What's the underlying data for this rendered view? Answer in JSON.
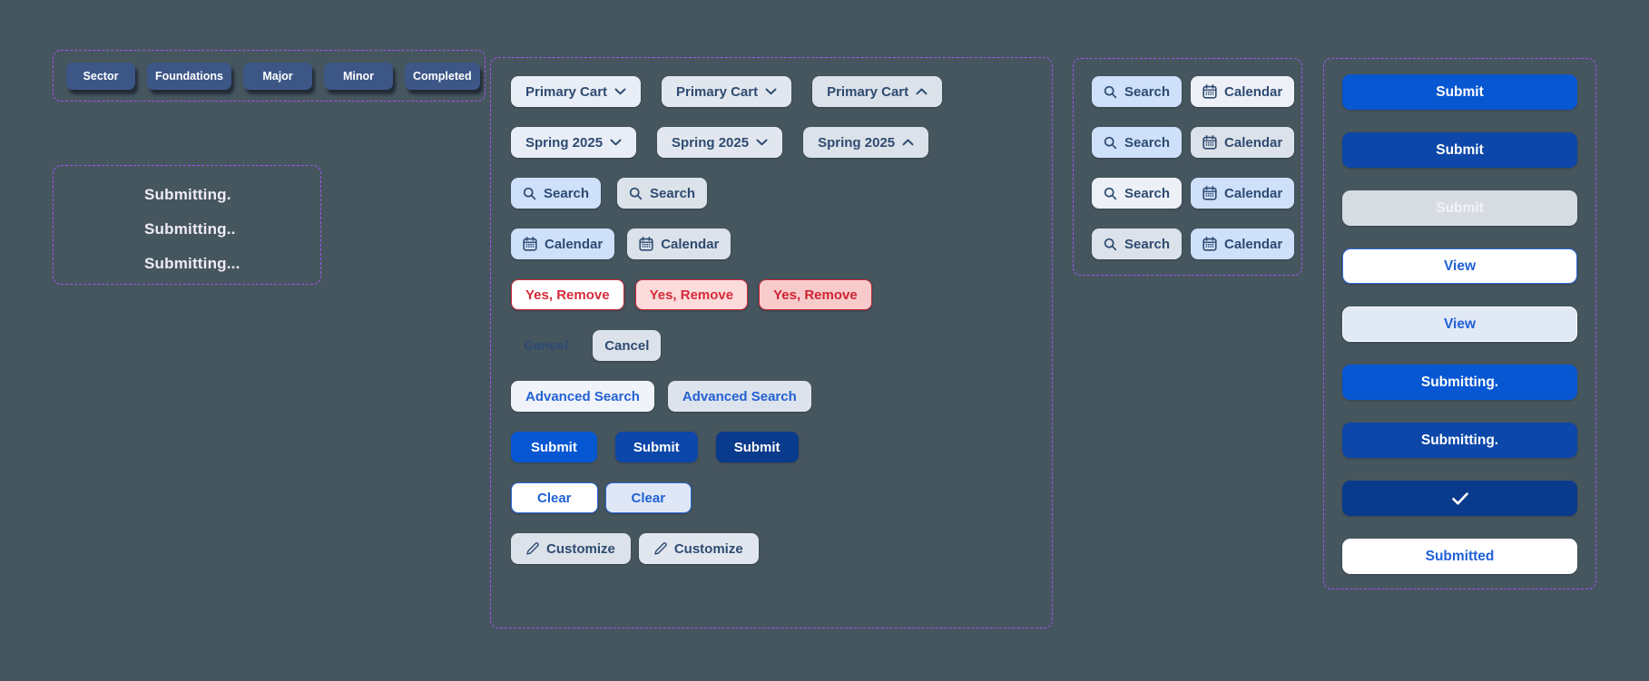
{
  "colors": {
    "background": "#46565F",
    "panel_border_accent": "#9C57F0",
    "primary_blue": "#0857D2",
    "dark_blue": "#0C47A9",
    "navy_blue": "#0A3A8C",
    "link_blue": "#2361D2",
    "slate_text": "#2E4B72",
    "danger_red": "#D42B3A",
    "danger_soft_bg": "#FBDBDB",
    "pill_navy": "#3C5686",
    "light_blue_bg": "#CFE0FA",
    "gray_bg": "#DCE2E9",
    "disabled_bg": "#D7DCE3"
  },
  "icons": {
    "chevron_down": "⌄",
    "chevron_up": "⌃",
    "search": "⌕",
    "calendar": "▦",
    "pencil": "✎",
    "check": "✓"
  },
  "pills": {
    "items": [
      {
        "label": "Sector"
      },
      {
        "label": "Foundations"
      },
      {
        "label": "Major"
      },
      {
        "label": "Minor"
      },
      {
        "label": "Completed"
      }
    ]
  },
  "loading_states": {
    "lines": [
      {
        "text": "Submitting."
      },
      {
        "text": "Submitting.."
      },
      {
        "text": "Submitting..."
      }
    ]
  },
  "labels": {
    "primary_cart": "Primary Cart",
    "term": "Spring 2025",
    "search": "Search",
    "calendar": "Calendar",
    "remove_confirm": "Yes, Remove",
    "cancel": "Cancel",
    "advanced_search": "Advanced Search",
    "submit": "Submit",
    "clear": "Clear",
    "customize": "Customize",
    "view": "View",
    "submitting": "Submitting.",
    "submitted": "Submitted"
  }
}
